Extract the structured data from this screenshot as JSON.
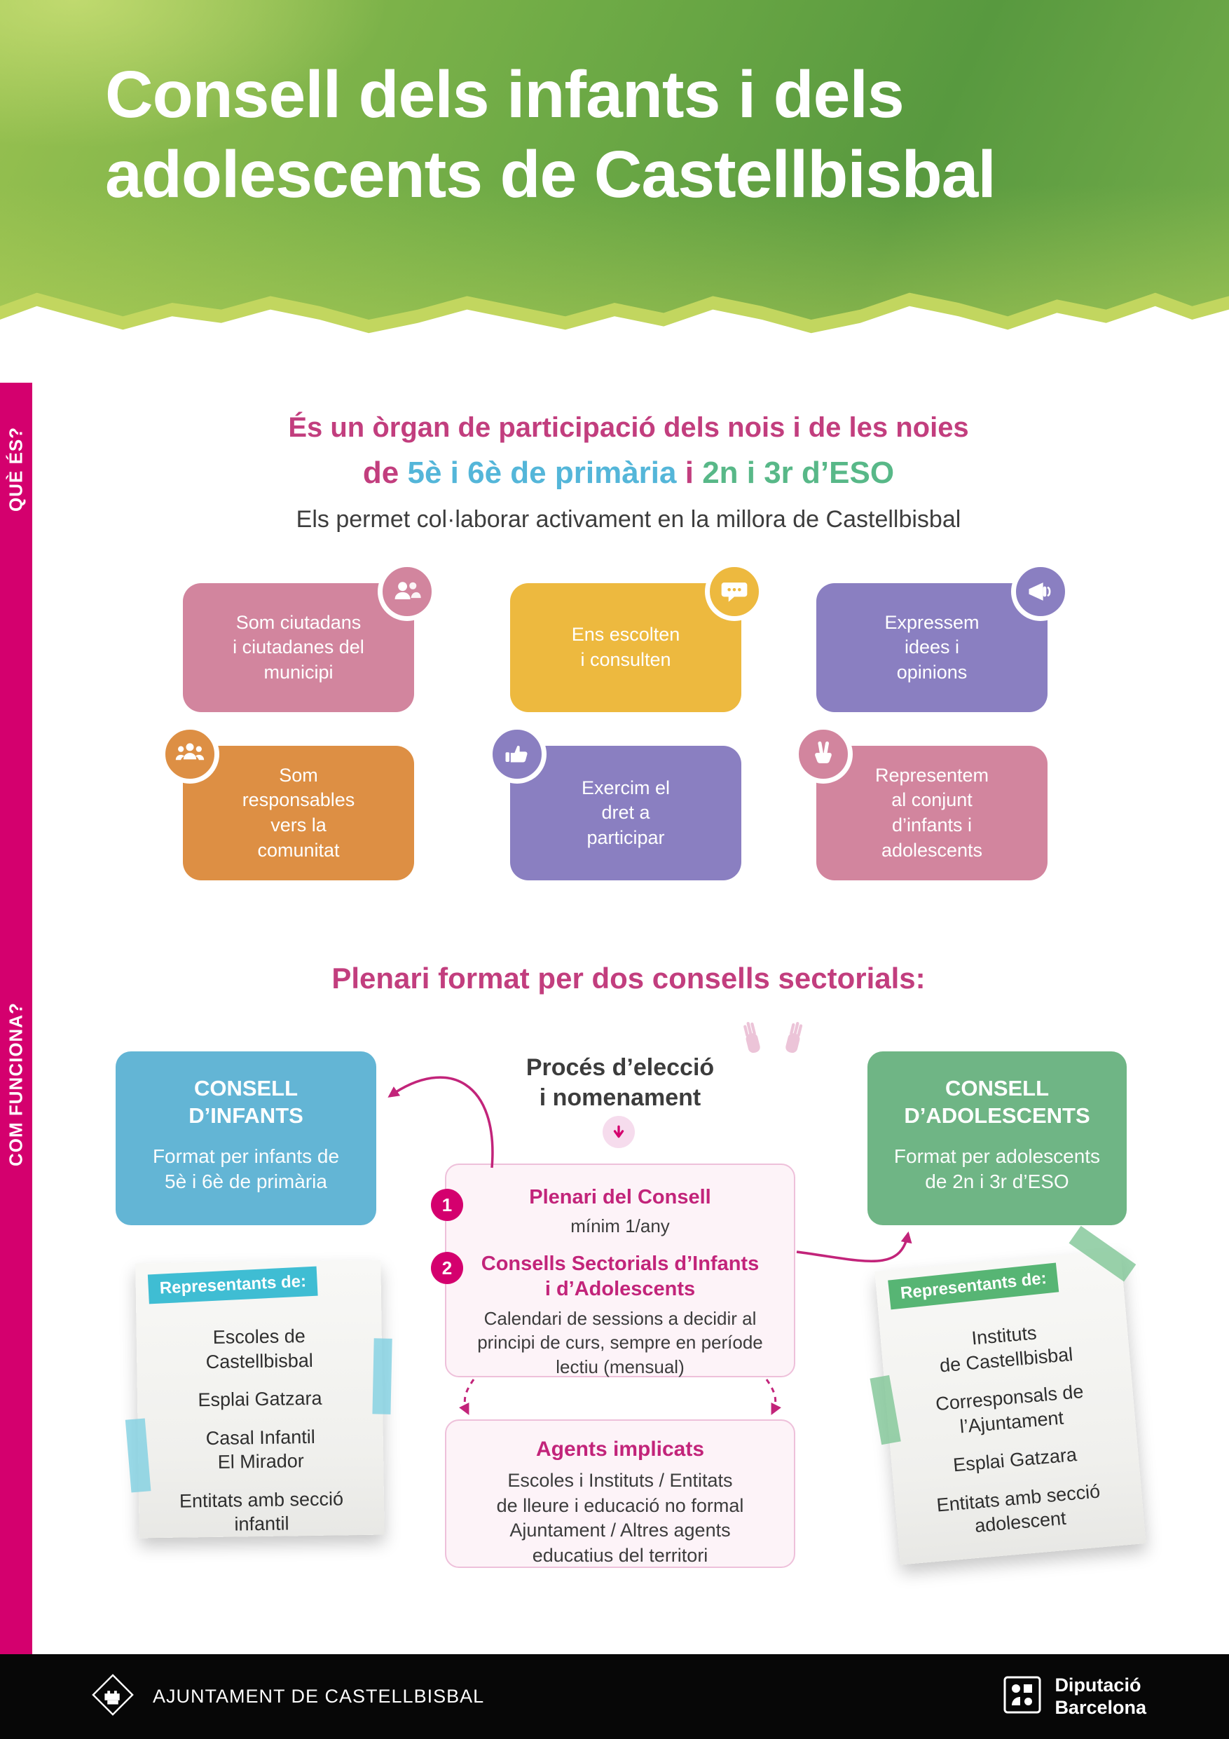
{
  "header": {
    "title_line1": "Consell dels infants i dels",
    "title_line2": "adolescents de Castellbisbal"
  },
  "sidebar": {
    "what_is_label": "QUÈ ÉS?",
    "how_works_label": "COM FUNCIONA?"
  },
  "what_is": {
    "intro_line1": "És un òrgan de participació dels nois i de les noies",
    "intro_prefix": "de ",
    "intro_primary": "5è i 6è de primària",
    "intro_connector": " i ",
    "intro_secondary": "2n i 3r d’ESO",
    "intro_line3": "Els permet col·laborar activament en la millora de Castellbisbal",
    "cards": [
      {
        "label": "Som ciutadans\ni ciutadanes del\nmunicipi",
        "icon": "citizens-icon",
        "color": "#d2859e"
      },
      {
        "label": "Ens escolten\ni consulten",
        "icon": "speech-bubble-icon",
        "color": "#edb93f"
      },
      {
        "label": "Expressem\nidees i\nopinions",
        "icon": "megaphone-icon",
        "color": "#8a7fc1"
      },
      {
        "label": "Som\nresponsables\nvers la\ncomunitat",
        "icon": "community-icon",
        "color": "#dd8f44"
      },
      {
        "label": "Exercim el\ndret a\nparticipar",
        "icon": "thumbs-up-icon",
        "color": "#8a7fc1"
      },
      {
        "label": "Representem\nal conjunt\nd’infants i\nadolescents",
        "icon": "peace-hand-icon",
        "color": "#d2859e"
      }
    ]
  },
  "how_works": {
    "heading": "Plenari format per dos consells sectorials:",
    "council_infants": {
      "title": "CONSELL\nD’INFANTS",
      "body": "Format per infants de\n5è i 6è de primària",
      "color": "#63b5d5"
    },
    "council_adolescents": {
      "title": "CONSELL\nD’ADOLESCENTS",
      "body": "Format per adolescents\nde 2n i 3r d’ESO",
      "color": "#6fb585"
    },
    "process_label": "Procés d’elecció\ni nomenament",
    "steps": [
      {
        "number": "1",
        "title": "Plenari del Consell",
        "detail": "mínim 1/any"
      },
      {
        "number": "2",
        "title": "Consells Sectorials d’Infants\ni d’Adolescents",
        "detail": "Calendari de sessions a decidir al\nprincipi de curs, sempre en període\nlectiu (mensual)"
      }
    ],
    "agents": {
      "title": "Agents implicats",
      "body": "Escoles i Instituts / Entitats\nde lleure i educació no formal\nAjuntament / Altres agents\neducatius del territori"
    },
    "left_note": {
      "badge": "Representants de:",
      "items": [
        "Escoles de\nCastellbisbal",
        "Esplai Gatzara",
        "Casal Infantil\nEl Mirador",
        "Entitats amb secció\ninfantil"
      ]
    },
    "right_note": {
      "badge": "Representants de:",
      "items": [
        "Instituts\nde Castellbisbal",
        "Corresponsals de\nl’Ajuntament",
        "Esplai Gatzara",
        "Entitats amb secció\nadolescent"
      ]
    }
  },
  "footer": {
    "left_label": "AJUNTAMENT DE CASTELLBISBAL",
    "right_line1": "Diputació",
    "right_line2": "Barcelona"
  },
  "colors": {
    "accent_magenta": "#d4006e",
    "heading_magenta": "#c23e7e",
    "blue": "#63b5d5",
    "green": "#6fb585",
    "card_pink": "#d2859e",
    "card_yellow": "#edb93f",
    "card_purple": "#8a7fc1",
    "card_orange": "#dd8f44",
    "note_badge_cyan": "#3fbdd3",
    "note_badge_green": "#57b574"
  }
}
